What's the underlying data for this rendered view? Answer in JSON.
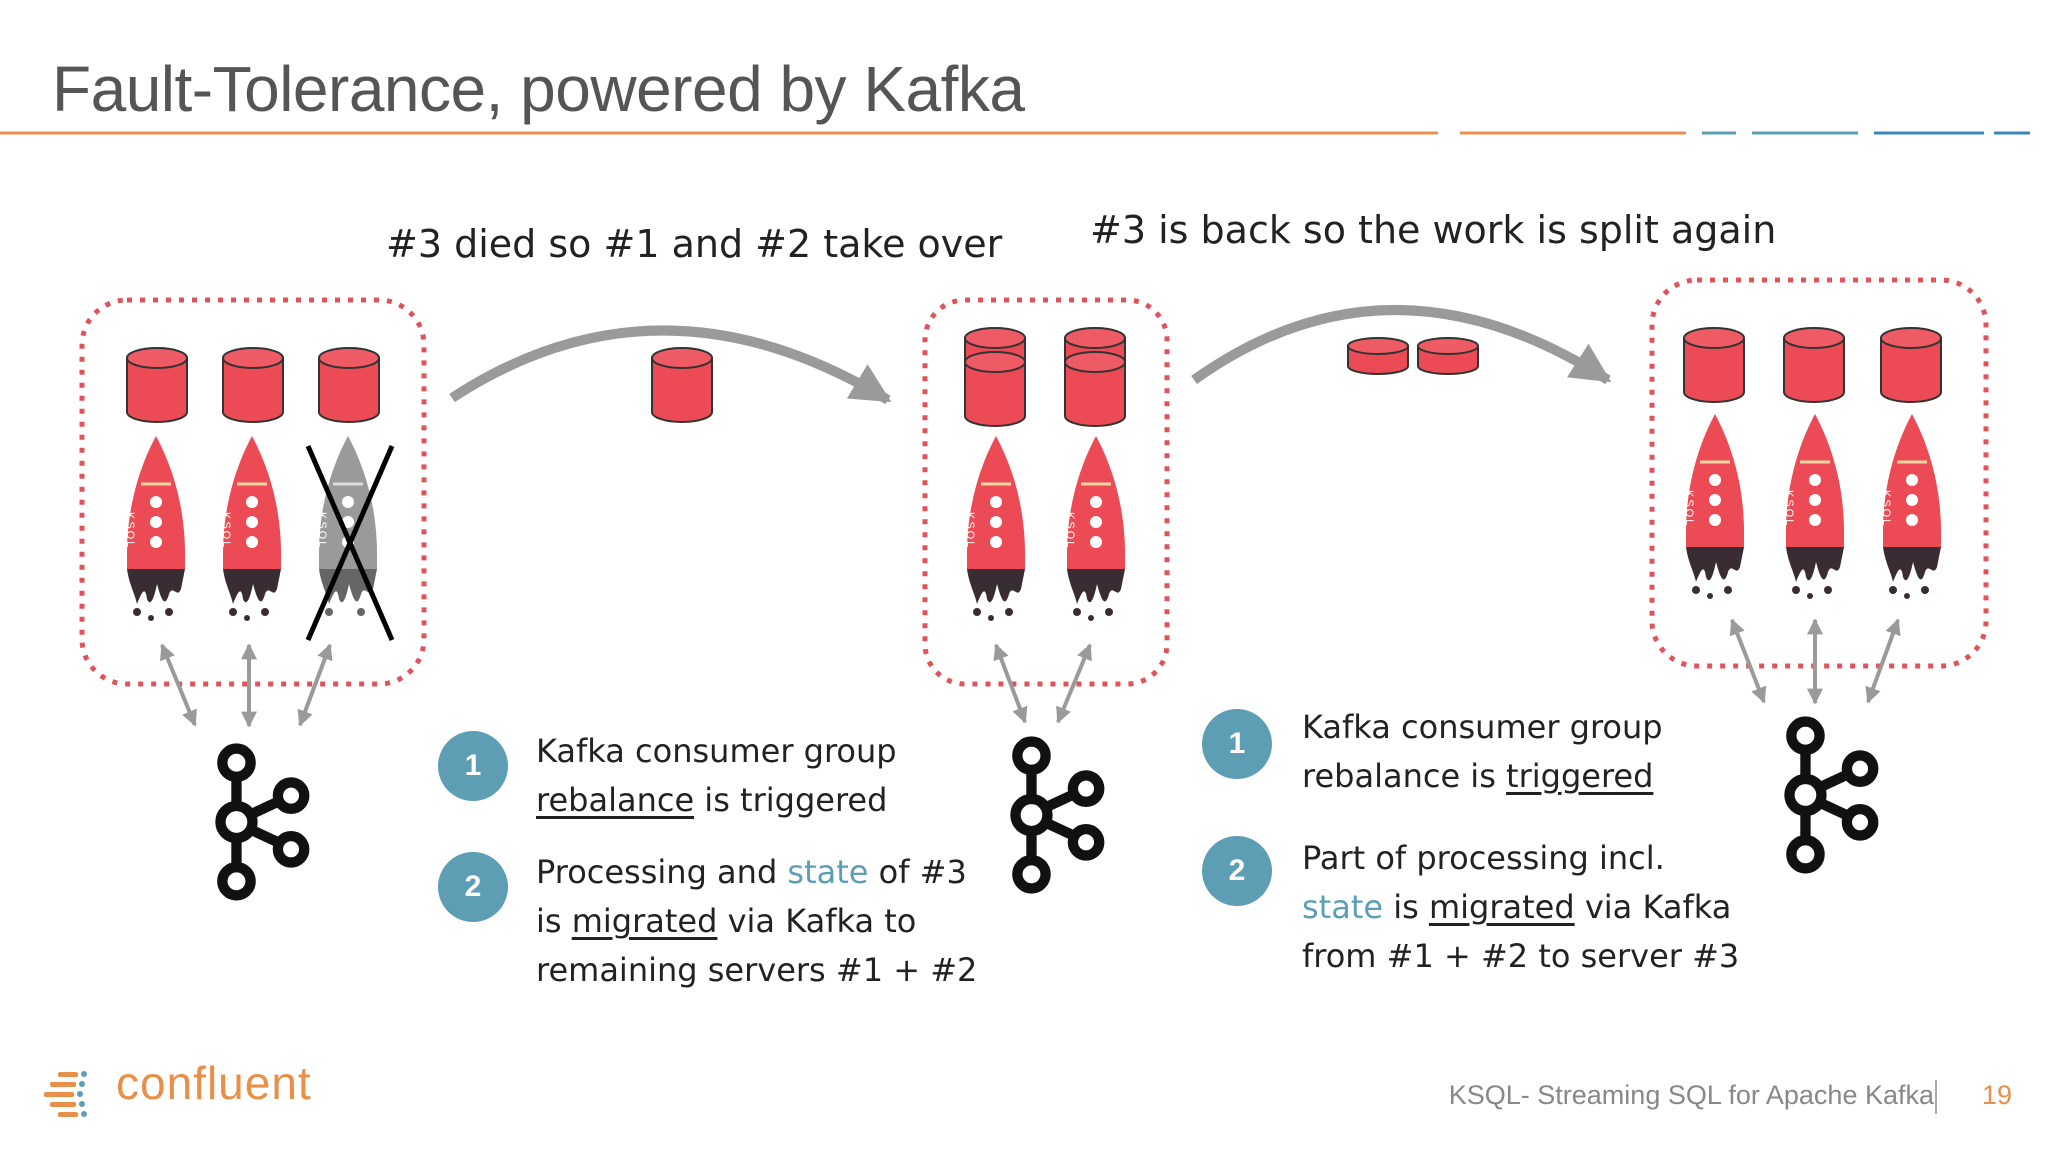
{
  "slide": {
    "title": "Fault-Tolerance, powered by Kafka",
    "footer_title": "KSQL- Streaming SQL for Apache Kafka",
    "page_number": "19",
    "logo_text": "confluent"
  },
  "captions": {
    "left": "#3 died so #1 and #2 take over",
    "right": "#3 is back so the work is split again"
  },
  "rocket_label": "KSQL",
  "steps_left": [
    {
      "number": "1",
      "lines": [
        [
          "Kafka consumer group"
        ],
        [
          "rebalance|u",
          " is triggered"
        ]
      ]
    },
    {
      "number": "2",
      "lines": [
        [
          "Processing and ",
          "state|hl",
          " of #3"
        ],
        [
          "is ",
          "migrated|u",
          " via Kafka to"
        ],
        [
          "remaining servers #1 + #2"
        ]
      ]
    }
  ],
  "steps_right": [
    {
      "number": "1",
      "lines": [
        [
          "Kafka consumer group"
        ],
        [
          "rebalance is ",
          "triggered|u"
        ]
      ]
    },
    {
      "number": "2",
      "lines": [
        [
          "Part of processing incl."
        ],
        [
          "state|hl",
          " is ",
          "migrated|u",
          " via Kafka"
        ],
        [
          "from #1 + #2 to server #3"
        ]
      ]
    }
  ],
  "colors": {
    "accent_orange": "#e8904a",
    "accent_blue": "#5d9eb4",
    "partition_red": "#ec4a55",
    "dead_gray": "#9a9a9a",
    "dotted_border": "#e0535b"
  },
  "icons": [
    "database-icon",
    "rocket-icon",
    "kafka-logo-icon",
    "curved-arrow-icon",
    "double-arrow-icon",
    "cross-icon"
  ]
}
